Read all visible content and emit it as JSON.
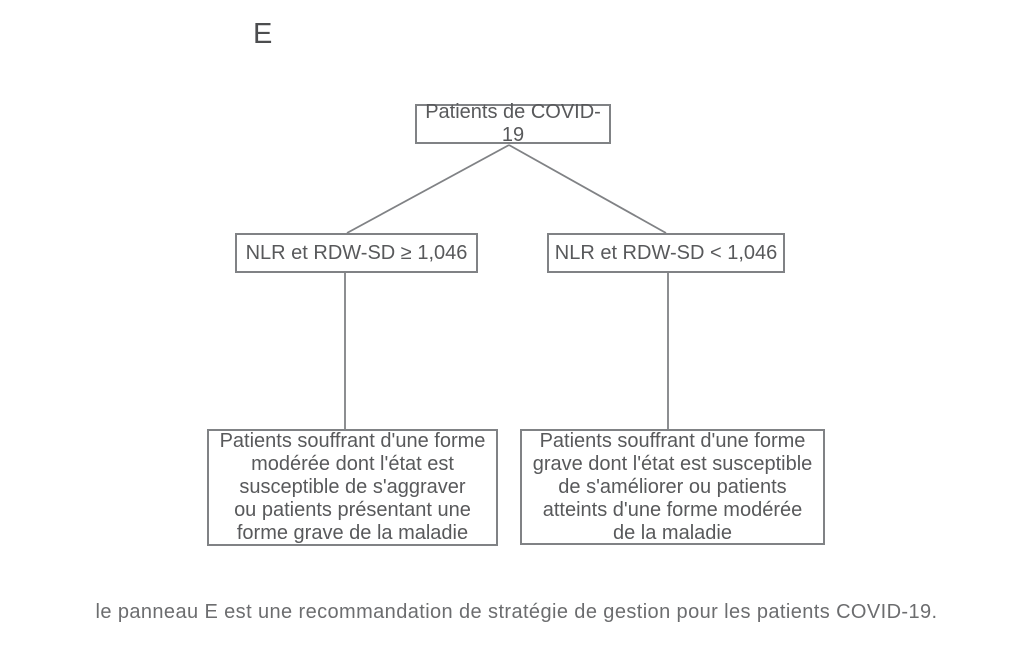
{
  "panel_label": "E",
  "flowchart": {
    "root": {
      "label": "Patients de COVID-19"
    },
    "branch_left": {
      "label": "NLR et RDW-SD ≥ 1,046"
    },
    "branch_right": {
      "label": "NLR et RDW-SD < 1,046"
    },
    "outcome_left": {
      "text": "Patients souffrant d'une forme\nmodérée dont l'état est\nsusceptible de s'aggraver\nou patients présentant une\nforme grave de la maladie"
    },
    "outcome_right": {
      "text": "Patients souffrant d'une forme\ngrave dont l'état est susceptible\nde s'améliorer ou patients\natteints d'une forme modérée\nde la maladie"
    }
  },
  "caption": "le panneau E est une recommandation de stratégie de gestion pour les patients COVID-19.",
  "colors": {
    "border": "#808285",
    "node_text": "#58595b",
    "caption_text": "#6c6d6f",
    "connector": "#808285"
  }
}
